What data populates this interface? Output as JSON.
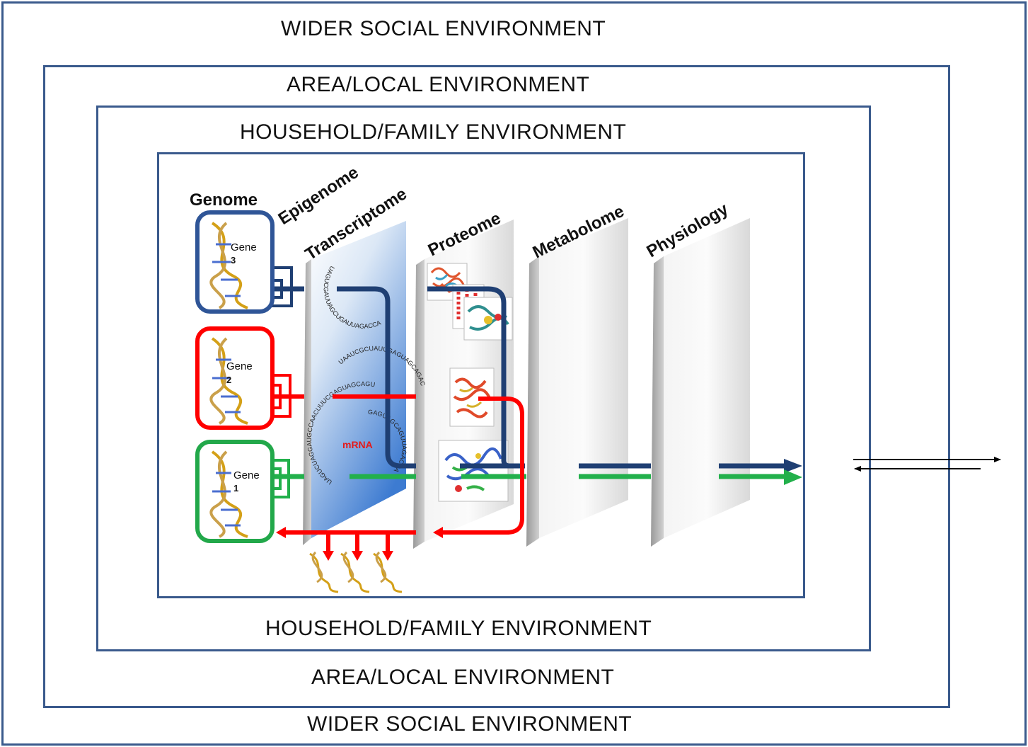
{
  "environments": {
    "wider_top": "WIDER SOCIAL ENVIRONMENT",
    "area_top": "AREA/LOCAL ENVIRONMENT",
    "household_top": "HOUSEHOLD/FAMILY ENVIRONMENT",
    "household_bottom": "HOUSEHOLD/FAMILY ENVIRONMENT",
    "area_bottom": "AREA/LOCAL ENVIRONMENT",
    "wider_bottom": "WIDER SOCIAL ENVIRONMENT"
  },
  "layers": {
    "genome": "Genome",
    "epigenome": "Epigenome",
    "transcriptome": "Transcriptome",
    "proteome": "Proteome",
    "metabolome": "Metabolome",
    "physiology": "Physiology"
  },
  "genes": {
    "gene3": {
      "name": "Gene",
      "number": "3",
      "color": "#2f5597"
    },
    "gene2": {
      "name": "Gene",
      "number": "2",
      "color": "#ff0000"
    },
    "gene1": {
      "name": "Gene",
      "number": "1",
      "color": "#22a84a"
    }
  },
  "mrna": {
    "label": "mRNA",
    "seq_outer": "UAGUCUAGGAUGCCAACUUUCGAGUAGCAGU",
    "seq_mid": "UAAUCGCUAUUGAGUAGCAGAC",
    "seq_top": "UAGUCGAUUAGCUGAUUAGACCA",
    "seq_inner": "GAGUAGCAGUUAGACCA"
  },
  "colors": {
    "frame": "#3a5a8c",
    "blue_pathway": "#1f3f73",
    "red_pathway": "#ff0000",
    "green_pathway": "#22b04b"
  }
}
